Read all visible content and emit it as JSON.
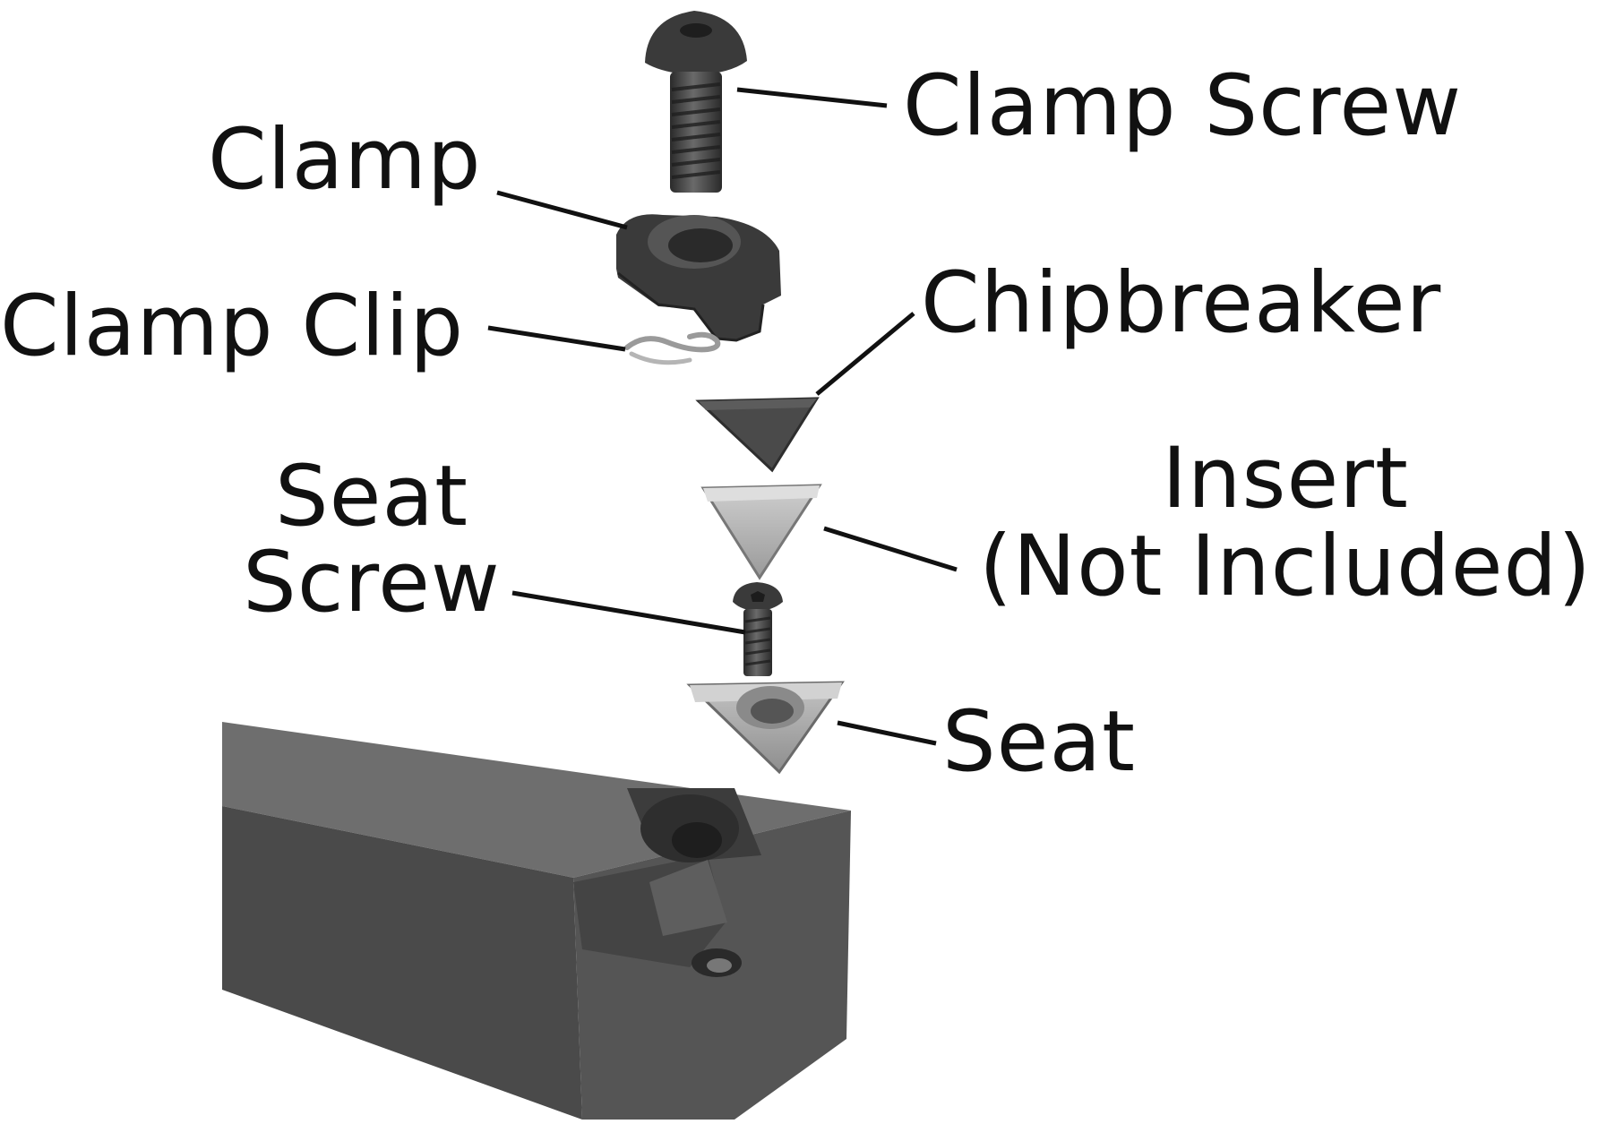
{
  "diagram": {
    "labels": {
      "clamp_screw": "Clamp Screw",
      "clamp": "Clamp",
      "clamp_clip": "Clamp Clip",
      "chipbreaker": "Chipbreaker",
      "insert_line1": "Insert",
      "insert_line2": "(Not Included)",
      "seat_screw_line1": "Seat",
      "seat_screw_line2": "Screw",
      "seat": "Seat"
    },
    "colors": {
      "text": "#111111",
      "leader": "#111111",
      "dark_part": "#3a3a3a",
      "chipbreaker": "#4a4a4a",
      "insert": "#b8b8b8",
      "seat": "#a8a8a8",
      "holder": "#505050"
    }
  }
}
